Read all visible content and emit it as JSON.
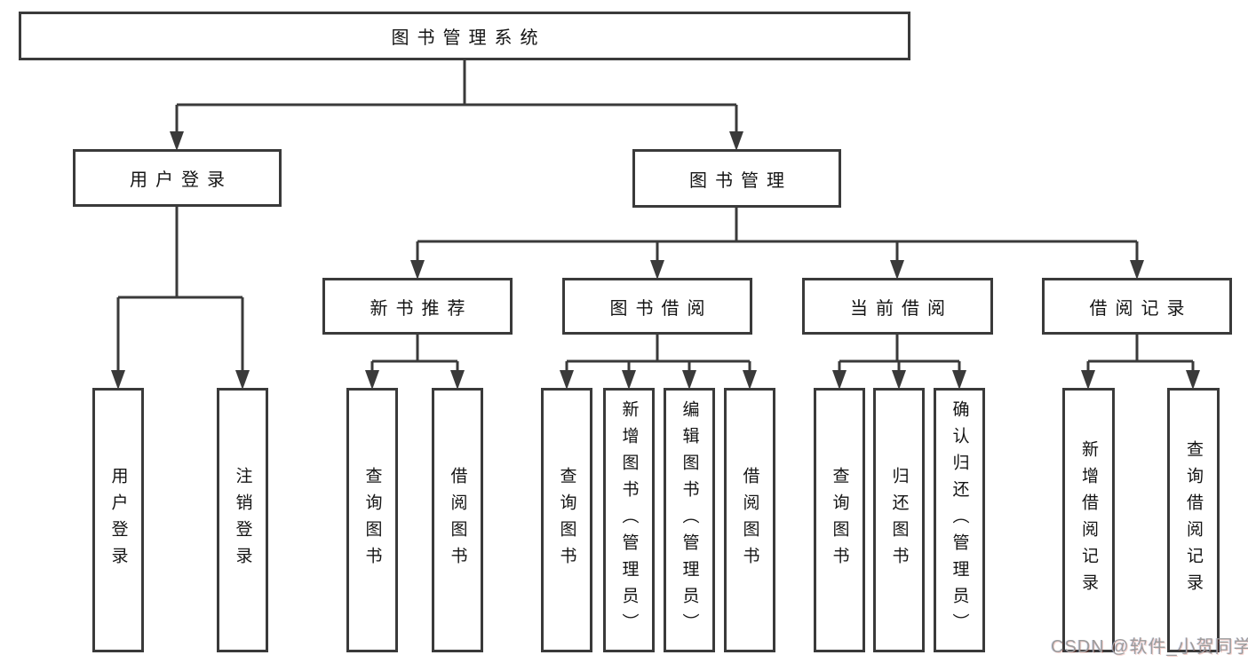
{
  "colors": {
    "line": "#3a3a3a",
    "text": "#141414",
    "watermark": "#9c9c9c"
  },
  "diagram": {
    "title": "图书管理系统",
    "branches": [
      {
        "label": "用户登录",
        "children": [
          {
            "label": "用户登录"
          },
          {
            "label": "注销登录"
          }
        ]
      },
      {
        "label": "图书管理",
        "children": [
          {
            "label": "新书推荐",
            "children": [
              {
                "label": "查询图书"
              },
              {
                "label": "借阅图书"
              }
            ]
          },
          {
            "label": "图书借阅",
            "children": [
              {
                "label": "查询图书"
              },
              {
                "label": "新增图书（管理员）"
              },
              {
                "label": "编辑图书（管理员）"
              },
              {
                "label": "借阅图书"
              }
            ]
          },
          {
            "label": "当前借阅",
            "children": [
              {
                "label": "查询图书"
              },
              {
                "label": "归还图书"
              },
              {
                "label": "确认归还（管理员）"
              }
            ]
          },
          {
            "label": "借阅记录",
            "children": [
              {
                "label": "新增借阅记录"
              },
              {
                "label": "查询借阅记录"
              }
            ]
          }
        ]
      }
    ]
  },
  "watermark": "CSDN @软件_小贺同学"
}
